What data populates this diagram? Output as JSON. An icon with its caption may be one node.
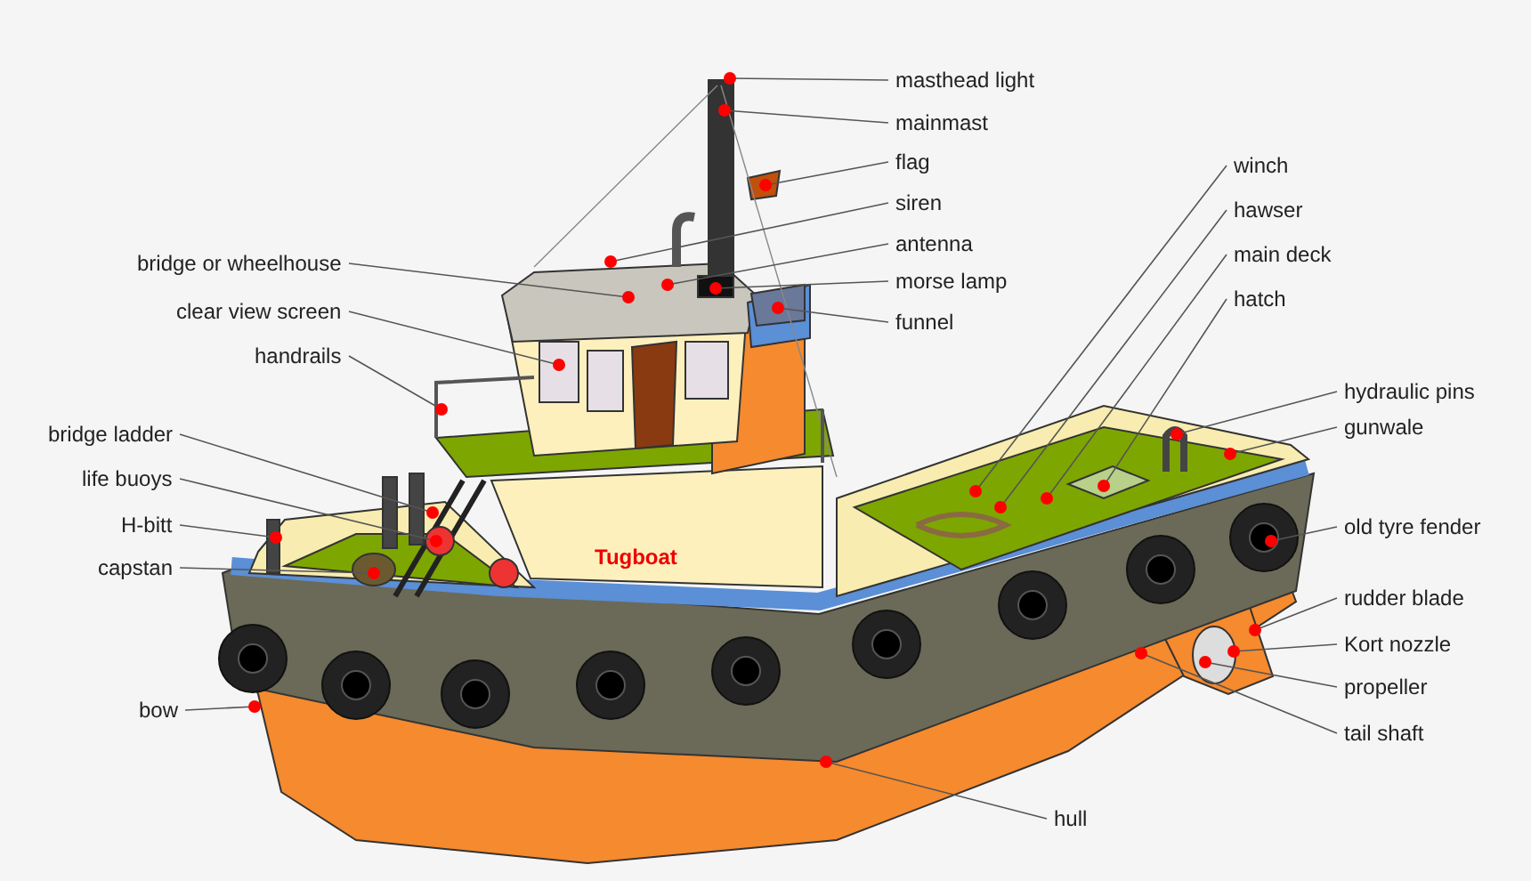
{
  "diagram": {
    "nodes": [
      {
        "text": [
          "masthead light"
        ]
      },
      {
        "text": [
          "mainmast"
        ]
      },
      {
        "text": [
          "flag"
        ]
      },
      {
        "text": [
          "siren"
        ]
      },
      {
        "text": [
          "antenna"
        ]
      },
      {
        "text": [
          "morse lamp"
        ]
      },
      {
        "text": [
          "funnel"
        ]
      },
      {
        "text": [
          "winch"
        ]
      },
      {
        "text": [
          "hawser"
        ]
      },
      {
        "text": [
          "main deck"
        ]
      },
      {
        "text": [
          "hatch"
        ]
      },
      {
        "text": [
          "bridge or wheelhouse"
        ]
      },
      {
        "text": [
          "clear view screen"
        ]
      },
      {
        "text": [
          "handrails"
        ]
      },
      {
        "text": [
          "hydraulic pins"
        ]
      },
      {
        "text": [
          "gunwale"
        ]
      },
      {
        "text": [
          "bridge ladder"
        ]
      },
      {
        "text": [
          "life buoys"
        ]
      },
      {
        "text": [
          "H-bitt"
        ]
      },
      {
        "text": [
          "old tyre fender"
        ]
      },
      {
        "text": [
          "capstan"
        ]
      },
      {
        "text": [
          "rudder blade"
        ]
      },
      {
        "text": [
          "Kort nozzle"
        ]
      },
      {
        "text": [
          "propeller"
        ]
      },
      {
        "text": [
          "bow"
        ]
      },
      {
        "text": [
          "tail shaft"
        ]
      },
      {
        "text": [
          "hull"
        ]
      }
    ],
    "edges": [
      {
        "from": 0,
        "to": null,
        "arrow": "other"
      },
      {
        "from": 1,
        "to": null,
        "arrow": "other"
      },
      {
        "from": 2,
        "to": null,
        "arrow": "other"
      },
      {
        "from": 3,
        "to": null,
        "arrow": "other"
      },
      {
        "from": 4,
        "to": null,
        "arrow": "other"
      },
      {
        "from": 5,
        "to": null,
        "arrow": "other"
      },
      {
        "from": 6,
        "to": null,
        "arrow": "other"
      },
      {
        "from": 7,
        "to": null,
        "arrow": "other"
      },
      {
        "from": 8,
        "to": null,
        "arrow": "other"
      },
      {
        "from": 9,
        "to": null,
        "arrow": "other"
      },
      {
        "from": 10,
        "to": null,
        "arrow": "other"
      },
      {
        "from": 11,
        "to": null,
        "arrow": "other"
      },
      {
        "from": 12,
        "to": null,
        "arrow": "other"
      },
      {
        "from": 13,
        "to": null,
        "arrow": "other"
      },
      {
        "from": 14,
        "to": null,
        "arrow": "other"
      },
      {
        "from": 15,
        "to": null,
        "arrow": "other"
      },
      {
        "from": 16,
        "to": null,
        "arrow": "other"
      },
      {
        "from": 17,
        "to": null,
        "arrow": "other"
      },
      {
        "from": 18,
        "to": null,
        "arrow": "other"
      },
      {
        "from": 19,
        "to": null,
        "arrow": "other"
      },
      {
        "from": 20,
        "to": null,
        "arrow": "other"
      },
      {
        "from": 21,
        "to": null,
        "arrow": "other"
      },
      {
        "from": 22,
        "to": null,
        "arrow": "other"
      },
      {
        "from": 23,
        "to": null,
        "arrow": "other"
      },
      {
        "from": 24,
        "to": null,
        "arrow": "other"
      },
      {
        "from": 25,
        "to": null,
        "arrow": "other"
      },
      {
        "from": 26,
        "to": null,
        "arrow": "other"
      }
    ],
    "labels": [
      "Tugboat"
    ]
  }
}
